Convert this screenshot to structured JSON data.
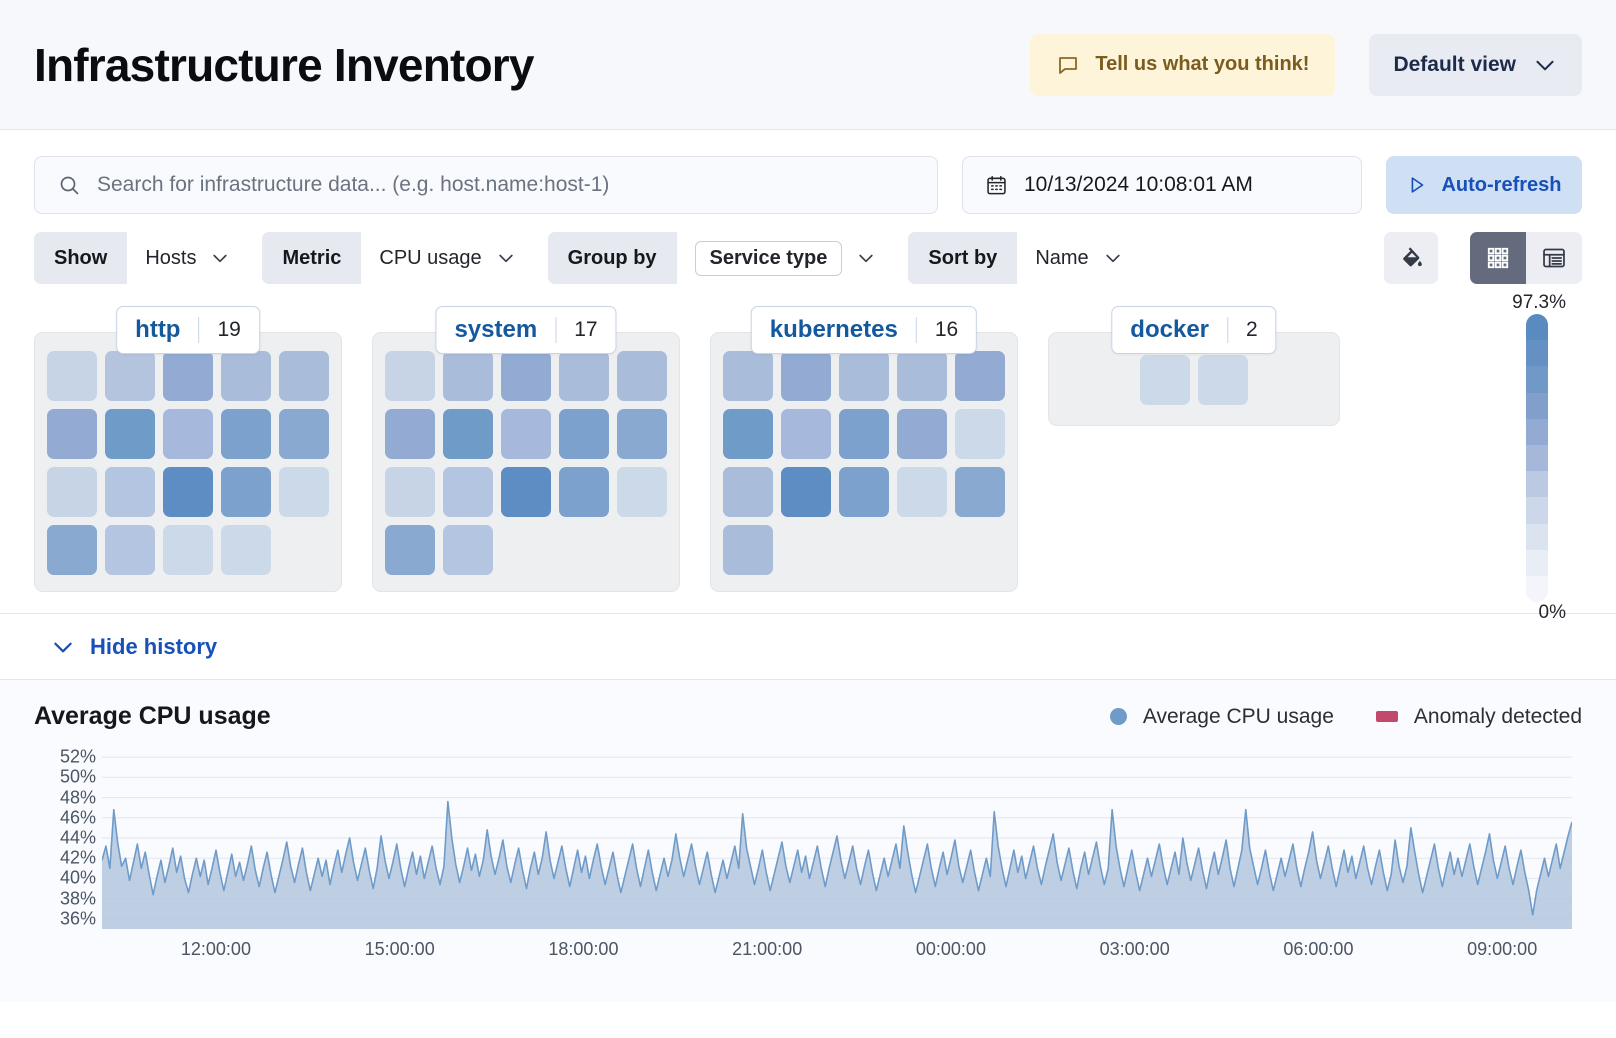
{
  "header": {
    "title": "Infrastructure Inventory",
    "feedback_label": "Tell us what you think!",
    "feedback_icon": "comment-icon",
    "view_label": "Default view",
    "view_icon": "chevron-down-icon"
  },
  "search": {
    "placeholder": "Search for infrastructure data... (e.g. host.name:host-1)",
    "icon": "search-icon"
  },
  "datepicker": {
    "value": "10/13/2024 10:08:01 AM",
    "icon": "calendar-icon"
  },
  "autorefresh": {
    "label": "Auto-refresh",
    "icon": "play-icon"
  },
  "controls": [
    {
      "label": "Show",
      "value": "Hosts",
      "boxed": false
    },
    {
      "label": "Metric",
      "value": "CPU usage",
      "boxed": false
    },
    {
      "label": "Group by",
      "value": "Service type",
      "boxed": true
    },
    {
      "label": "Sort by",
      "value": "Name",
      "boxed": false
    }
  ],
  "view_buttons": {
    "fill_icon": "paint-bucket-icon",
    "grid_icon": "grid-view-icon",
    "table_icon": "table-view-icon",
    "active": "grid"
  },
  "legend_bar": {
    "max_label": "97.3%",
    "min_label": "0%",
    "stops": [
      "#5a8bc0",
      "#6490c4",
      "#7099c8",
      "#829fcb",
      "#93abd2",
      "#a6b8da",
      "#bcc9e3",
      "#ccd7ea",
      "#dbe2f0",
      "#e8edf6",
      "#f3f5fb"
    ]
  },
  "groups": [
    {
      "name": "http",
      "count": "19",
      "tiles": [
        "#c6d4e6",
        "#b4c4de",
        "#93abd2",
        "#a9bcda",
        "#a9bcda",
        "#93abd2",
        "#6f9bc9",
        "#a6b9dc",
        "#7ba1cc",
        "#8aa9d1",
        "#c6d4e6",
        "#b3c5e0",
        "#5d8dc2",
        "#7ba1cc",
        "#ccd9e9",
        "#8aa9d1",
        "#b3c5e0",
        "#ccd9e9",
        "#ccd9e9"
      ]
    },
    {
      "name": "system",
      "count": "17",
      "tiles": [
        "#c6d4e6",
        "#a9bcda",
        "#93abd2",
        "#a9bcda",
        "#a9bcda",
        "#93abd2",
        "#6f9bc9",
        "#a6b9dc",
        "#7ba1cc",
        "#8aa9d1",
        "#c6d4e6",
        "#b3c5e0",
        "#5d8dc2",
        "#7ba1cc",
        "#ccd9e9",
        "#8aa9d1",
        "#b3c5e0"
      ]
    },
    {
      "name": "kubernetes",
      "count": "16",
      "tiles": [
        "#a9bcda",
        "#93abd2",
        "#a9bcda",
        "#a9bcda",
        "#93abd2",
        "#6f9bc9",
        "#a6b9dc",
        "#7ba1cc",
        "#93abd2",
        "#ccd9e9",
        "#a9bcda",
        "#5d8dc2",
        "#7ba1cc",
        "#ccd9e9",
        "#8aa9d1",
        "#a9bcda"
      ]
    },
    {
      "name": "docker",
      "count": "2",
      "tiles": [
        "#ccd9e9",
        "#ccd9e9"
      ]
    }
  ],
  "history": {
    "toggle_label": "Hide history",
    "toggle_icon": "chevron-down-icon"
  },
  "chart_data": {
    "type": "area",
    "title": "Average CPU usage",
    "xlabel": "",
    "ylabel": "",
    "grid": true,
    "legend_position": "top-right",
    "legend": [
      {
        "name": "Average CPU usage",
        "color": "#6f9bc9",
        "marker": "circle"
      },
      {
        "name": "Anomaly detected",
        "color": "#c2496b",
        "marker": "rect"
      }
    ],
    "ytick_labels": [
      "52%",
      "50%",
      "48%",
      "46%",
      "44%",
      "42%",
      "40%",
      "38%",
      "36%"
    ],
    "ylim": [
      35,
      53
    ],
    "xtick_labels": [
      "12:00:00",
      "15:00:00",
      "18:00:00",
      "21:00:00",
      "00:00:00",
      "03:00:00",
      "06:00:00",
      "09:00:00"
    ],
    "series": [
      {
        "name": "Average CPU usage",
        "color": "#6f9bc9",
        "fill": "#b5c8e0",
        "values": [
          41.8,
          43.2,
          41.0,
          46.8,
          43.5,
          41.2,
          42.0,
          39.8,
          41.6,
          43.4,
          41.0,
          42.6,
          40.4,
          38.4,
          40.2,
          41.8,
          39.6,
          41.2,
          43.0,
          40.6,
          42.2,
          40.0,
          38.6,
          40.4,
          42.0,
          40.2,
          41.8,
          39.4,
          41.0,
          42.8,
          40.6,
          38.8,
          40.6,
          42.4,
          40.2,
          41.6,
          39.8,
          41.4,
          43.2,
          40.8,
          39.2,
          41.0,
          42.6,
          40.4,
          38.6,
          40.2,
          41.8,
          43.6,
          41.2,
          39.6,
          41.4,
          43.0,
          40.6,
          38.8,
          40.4,
          42.0,
          40.2,
          41.8,
          39.4,
          41.2,
          42.8,
          40.6,
          42.4,
          44.0,
          41.6,
          39.8,
          41.4,
          43.0,
          40.8,
          39.0,
          41.0,
          44.2,
          41.8,
          40.0,
          41.6,
          43.4,
          41.0,
          39.2,
          41.0,
          42.6,
          40.4,
          42.2,
          40.0,
          41.6,
          43.2,
          41.0,
          39.4,
          41.2,
          47.6,
          44.0,
          41.4,
          39.6,
          41.2,
          43.0,
          40.8,
          42.4,
          40.2,
          41.8,
          44.8,
          42.2,
          40.4,
          42.0,
          43.8,
          41.2,
          39.6,
          41.4,
          43.0,
          40.8,
          39.0,
          41.0,
          42.6,
          40.4,
          42.0,
          44.6,
          41.8,
          40.0,
          41.6,
          43.2,
          41.0,
          39.2,
          41.0,
          42.8,
          40.6,
          42.2,
          40.0,
          41.8,
          43.4,
          41.2,
          39.4,
          41.0,
          42.6,
          40.4,
          38.6,
          40.2,
          41.8,
          43.4,
          41.0,
          39.2,
          41.0,
          42.8,
          40.6,
          38.8,
          40.4,
          42.0,
          40.2,
          41.8,
          44.4,
          42.0,
          40.2,
          41.8,
          43.4,
          41.2,
          39.4,
          41.0,
          42.6,
          40.4,
          38.6,
          40.2,
          41.8,
          40.0,
          41.6,
          43.2,
          41.0,
          46.4,
          43.0,
          41.2,
          39.4,
          41.0,
          42.8,
          40.6,
          38.8,
          40.4,
          42.0,
          43.6,
          41.2,
          39.6,
          41.2,
          42.8,
          40.6,
          42.2,
          40.0,
          41.6,
          43.2,
          41.0,
          39.2,
          41.0,
          42.6,
          44.2,
          41.8,
          40.0,
          41.6,
          43.2,
          41.0,
          39.4,
          41.2,
          42.8,
          40.6,
          38.8,
          40.4,
          42.0,
          40.2,
          41.8,
          43.4,
          41.0,
          45.2,
          42.6,
          40.4,
          38.6,
          40.2,
          41.8,
          43.4,
          41.0,
          39.2,
          41.0,
          42.6,
          40.4,
          42.0,
          43.8,
          41.2,
          39.6,
          41.2,
          42.8,
          40.6,
          38.8,
          40.4,
          42.0,
          40.2,
          46.6,
          43.2,
          41.0,
          39.2,
          41.0,
          42.8,
          40.6,
          42.2,
          40.0,
          41.6,
          43.2,
          41.0,
          39.4,
          41.2,
          42.8,
          44.4,
          41.6,
          39.8,
          41.4,
          43.0,
          40.8,
          39.0,
          41.0,
          42.6,
          40.4,
          42.0,
          43.6,
          41.2,
          39.4,
          41.0,
          46.8,
          43.2,
          41.0,
          39.2,
          41.0,
          42.8,
          40.6,
          38.8,
          40.4,
          42.0,
          40.2,
          41.8,
          43.4,
          41.2,
          39.4,
          41.0,
          42.6,
          40.4,
          44.0,
          41.6,
          39.8,
          41.4,
          43.0,
          40.8,
          39.0,
          41.0,
          42.6,
          40.4,
          42.0,
          43.8,
          41.0,
          39.2,
          41.0,
          42.8,
          46.8,
          43.0,
          41.2,
          39.4,
          41.0,
          42.8,
          40.6,
          38.8,
          40.4,
          42.0,
          40.2,
          41.8,
          43.4,
          41.0,
          39.2,
          41.0,
          42.6,
          44.6,
          41.8,
          40.0,
          41.6,
          43.2,
          41.0,
          39.2,
          41.0,
          42.8,
          40.6,
          42.2,
          40.0,
          41.6,
          43.2,
          41.0,
          39.4,
          41.2,
          42.8,
          40.6,
          38.8,
          40.4,
          43.8,
          41.2,
          39.6,
          41.2,
          45.0,
          42.6,
          40.4,
          38.6,
          40.2,
          41.8,
          43.4,
          41.0,
          39.2,
          41.0,
          42.6,
          40.4,
          42.0,
          40.2,
          41.8,
          43.4,
          41.2,
          39.4,
          41.0,
          42.6,
          44.4,
          41.8,
          40.0,
          41.6,
          43.2,
          41.0,
          39.4,
          41.2,
          42.8,
          40.6,
          38.8,
          36.4,
          38.8,
          40.4,
          42.0,
          40.2,
          41.8,
          43.4,
          41.0,
          42.6,
          44.2,
          45.6
        ]
      }
    ]
  }
}
